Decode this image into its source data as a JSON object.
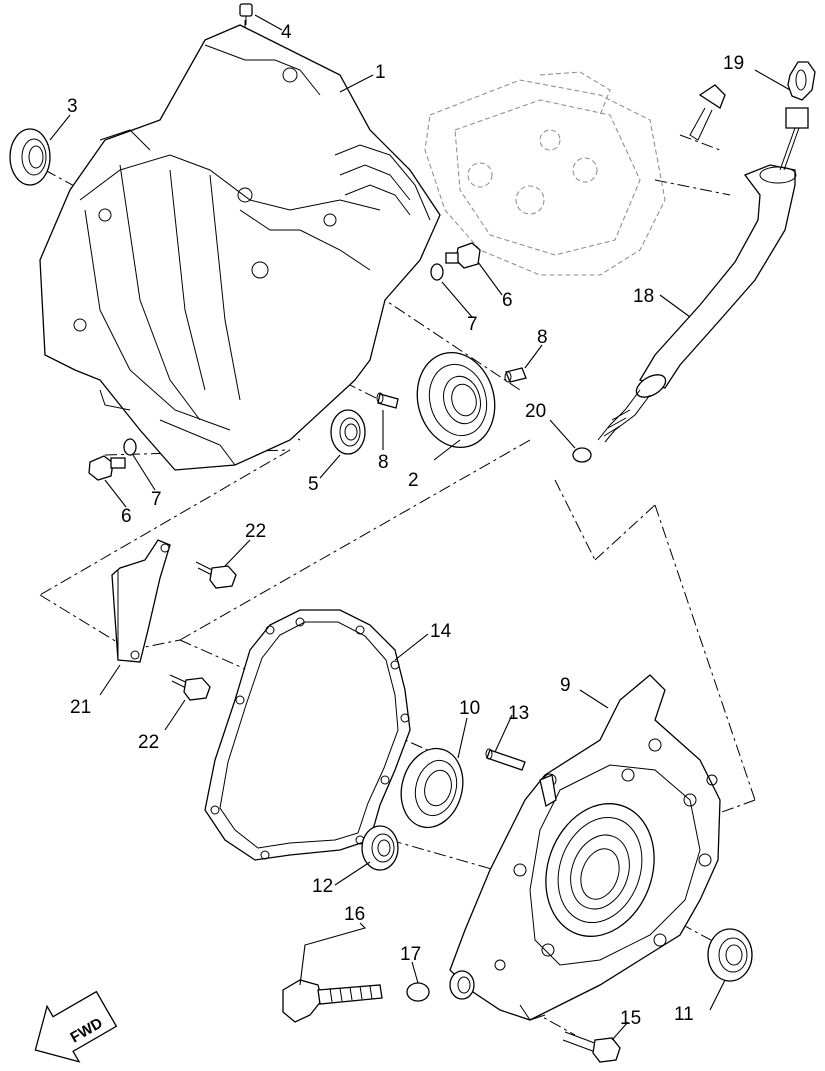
{
  "callouts": [
    {
      "id": "c1",
      "label": "1"
    },
    {
      "id": "c2",
      "label": "2"
    },
    {
      "id": "c3",
      "label": "3"
    },
    {
      "id": "c4",
      "label": "4"
    },
    {
      "id": "c5",
      "label": "5"
    },
    {
      "id": "c6a",
      "label": "6"
    },
    {
      "id": "c6b",
      "label": "6"
    },
    {
      "id": "c7a",
      "label": "7"
    },
    {
      "id": "c7b",
      "label": "7"
    },
    {
      "id": "c8a",
      "label": "8"
    },
    {
      "id": "c8b",
      "label": "8"
    },
    {
      "id": "c9",
      "label": "9"
    },
    {
      "id": "c10",
      "label": "10"
    },
    {
      "id": "c11",
      "label": "11"
    },
    {
      "id": "c12",
      "label": "12"
    },
    {
      "id": "c13",
      "label": "13"
    },
    {
      "id": "c14",
      "label": "14"
    },
    {
      "id": "c15",
      "label": "15"
    },
    {
      "id": "c16",
      "label": "16"
    },
    {
      "id": "c17",
      "label": "17"
    },
    {
      "id": "c18",
      "label": "18"
    },
    {
      "id": "c19",
      "label": "19"
    },
    {
      "id": "c20",
      "label": "20"
    },
    {
      "id": "c21",
      "label": "21"
    },
    {
      "id": "c22a",
      "label": "22"
    },
    {
      "id": "c22b",
      "label": "22"
    }
  ],
  "direction_marker": {
    "label": "FWD"
  }
}
